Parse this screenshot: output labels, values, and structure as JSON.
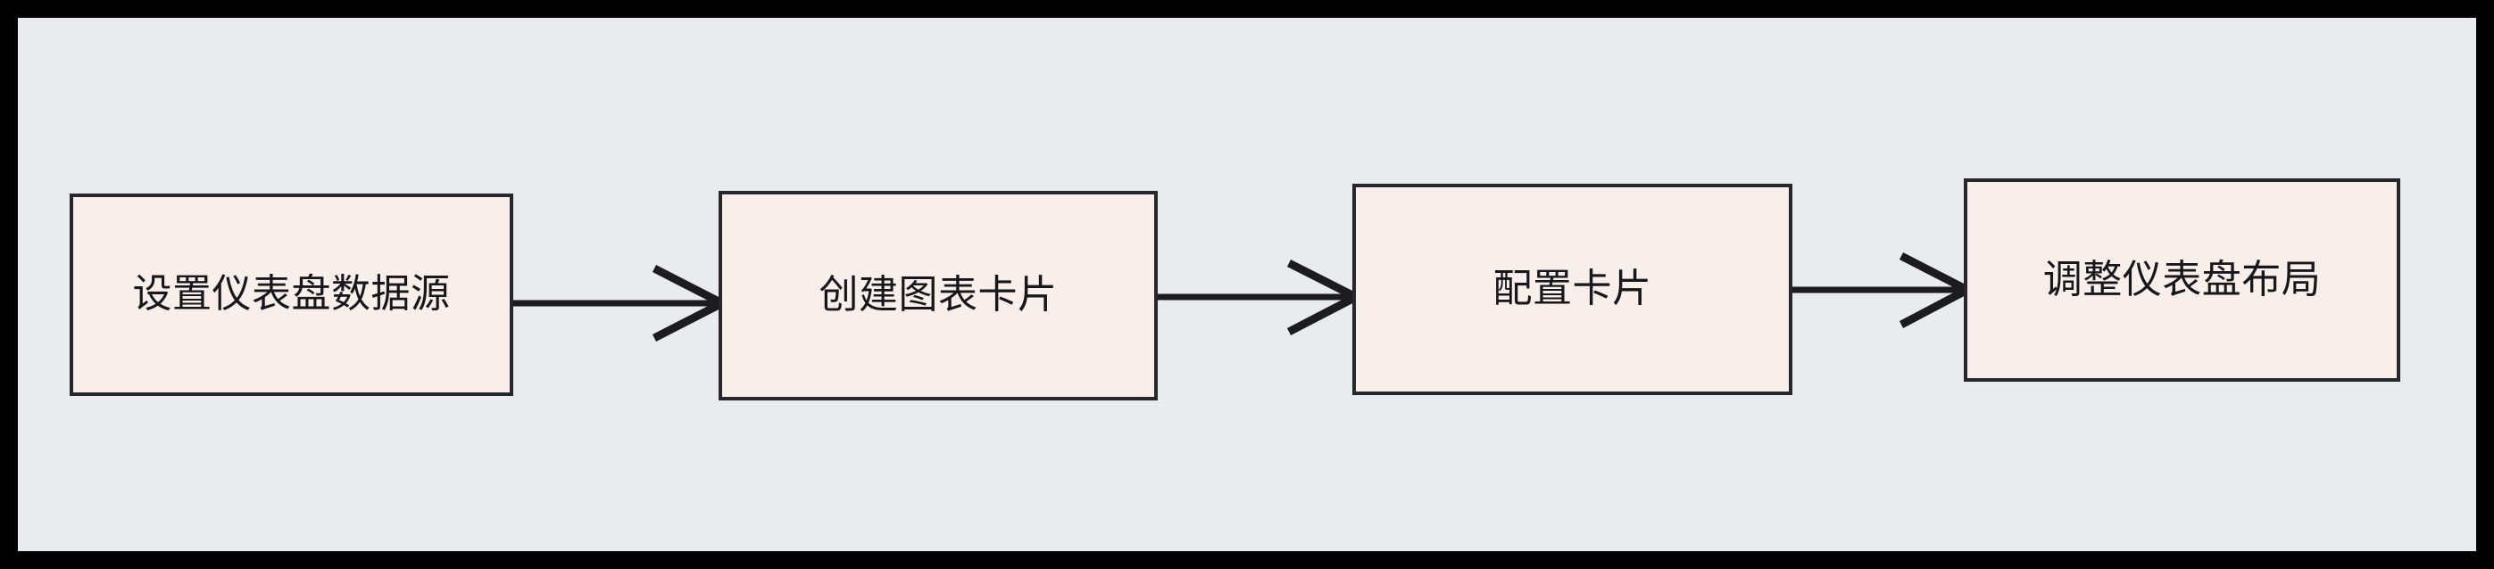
{
  "diagram": {
    "type": "flowchart",
    "orientation": "left-to-right",
    "title": "",
    "frame": {
      "outer_border_color": "#000000",
      "canvas_background": "#e8ecef"
    },
    "style": {
      "node_fill": "#f8eeea",
      "node_border": "#27262b",
      "edge_color": "#1c1b20",
      "text_color": "#17161a",
      "arrowhead": "open-v"
    },
    "nodes": [
      {
        "id": "n1",
        "label": "设置仪表盘数据源"
      },
      {
        "id": "n2",
        "label": "创建图表卡片"
      },
      {
        "id": "n3",
        "label": "配置卡片"
      },
      {
        "id": "n4",
        "label": "调整仪表盘布局"
      }
    ],
    "edges": [
      {
        "id": "e1",
        "from": "n1",
        "to": "n2",
        "label": ""
      },
      {
        "id": "e2",
        "from": "n2",
        "to": "n3",
        "label": ""
      },
      {
        "id": "e3",
        "from": "n3",
        "to": "n4",
        "label": ""
      }
    ]
  }
}
